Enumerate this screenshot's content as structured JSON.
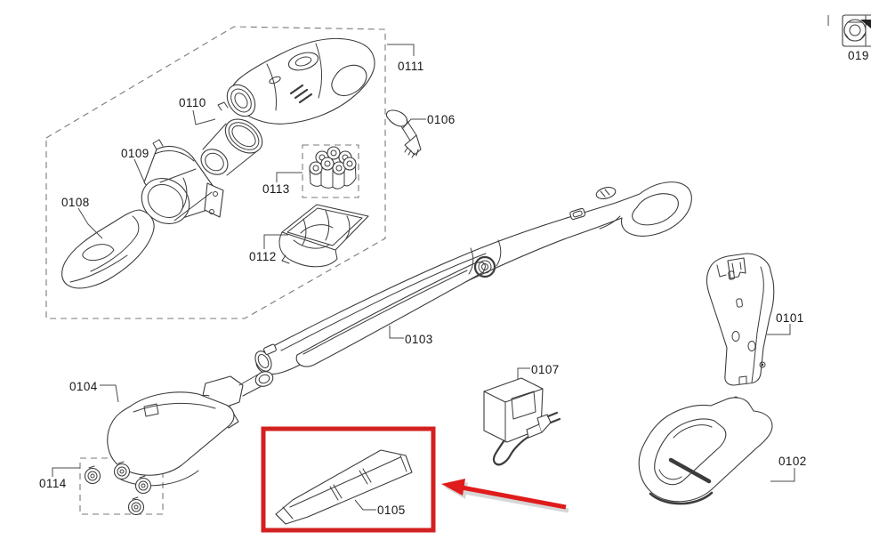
{
  "diagram": {
    "background_color": "#ffffff",
    "line_color": "#3c3c3c"
  },
  "parts": [
    {
      "label": "0101"
    },
    {
      "label": "0102"
    },
    {
      "label": "0103"
    },
    {
      "label": "0104"
    },
    {
      "label": "0105"
    },
    {
      "label": "0106"
    },
    {
      "label": "0107"
    },
    {
      "label": "0108"
    },
    {
      "label": "0109"
    },
    {
      "label": "0110"
    },
    {
      "label": "0111"
    },
    {
      "label": "0112"
    },
    {
      "label": "0113"
    },
    {
      "label": "0114"
    },
    {
      "label": "019"
    }
  ],
  "highlight": {
    "highlighted_part_label": "0105",
    "box_color": "#d32020",
    "arrow_color": "#e01b1b"
  }
}
